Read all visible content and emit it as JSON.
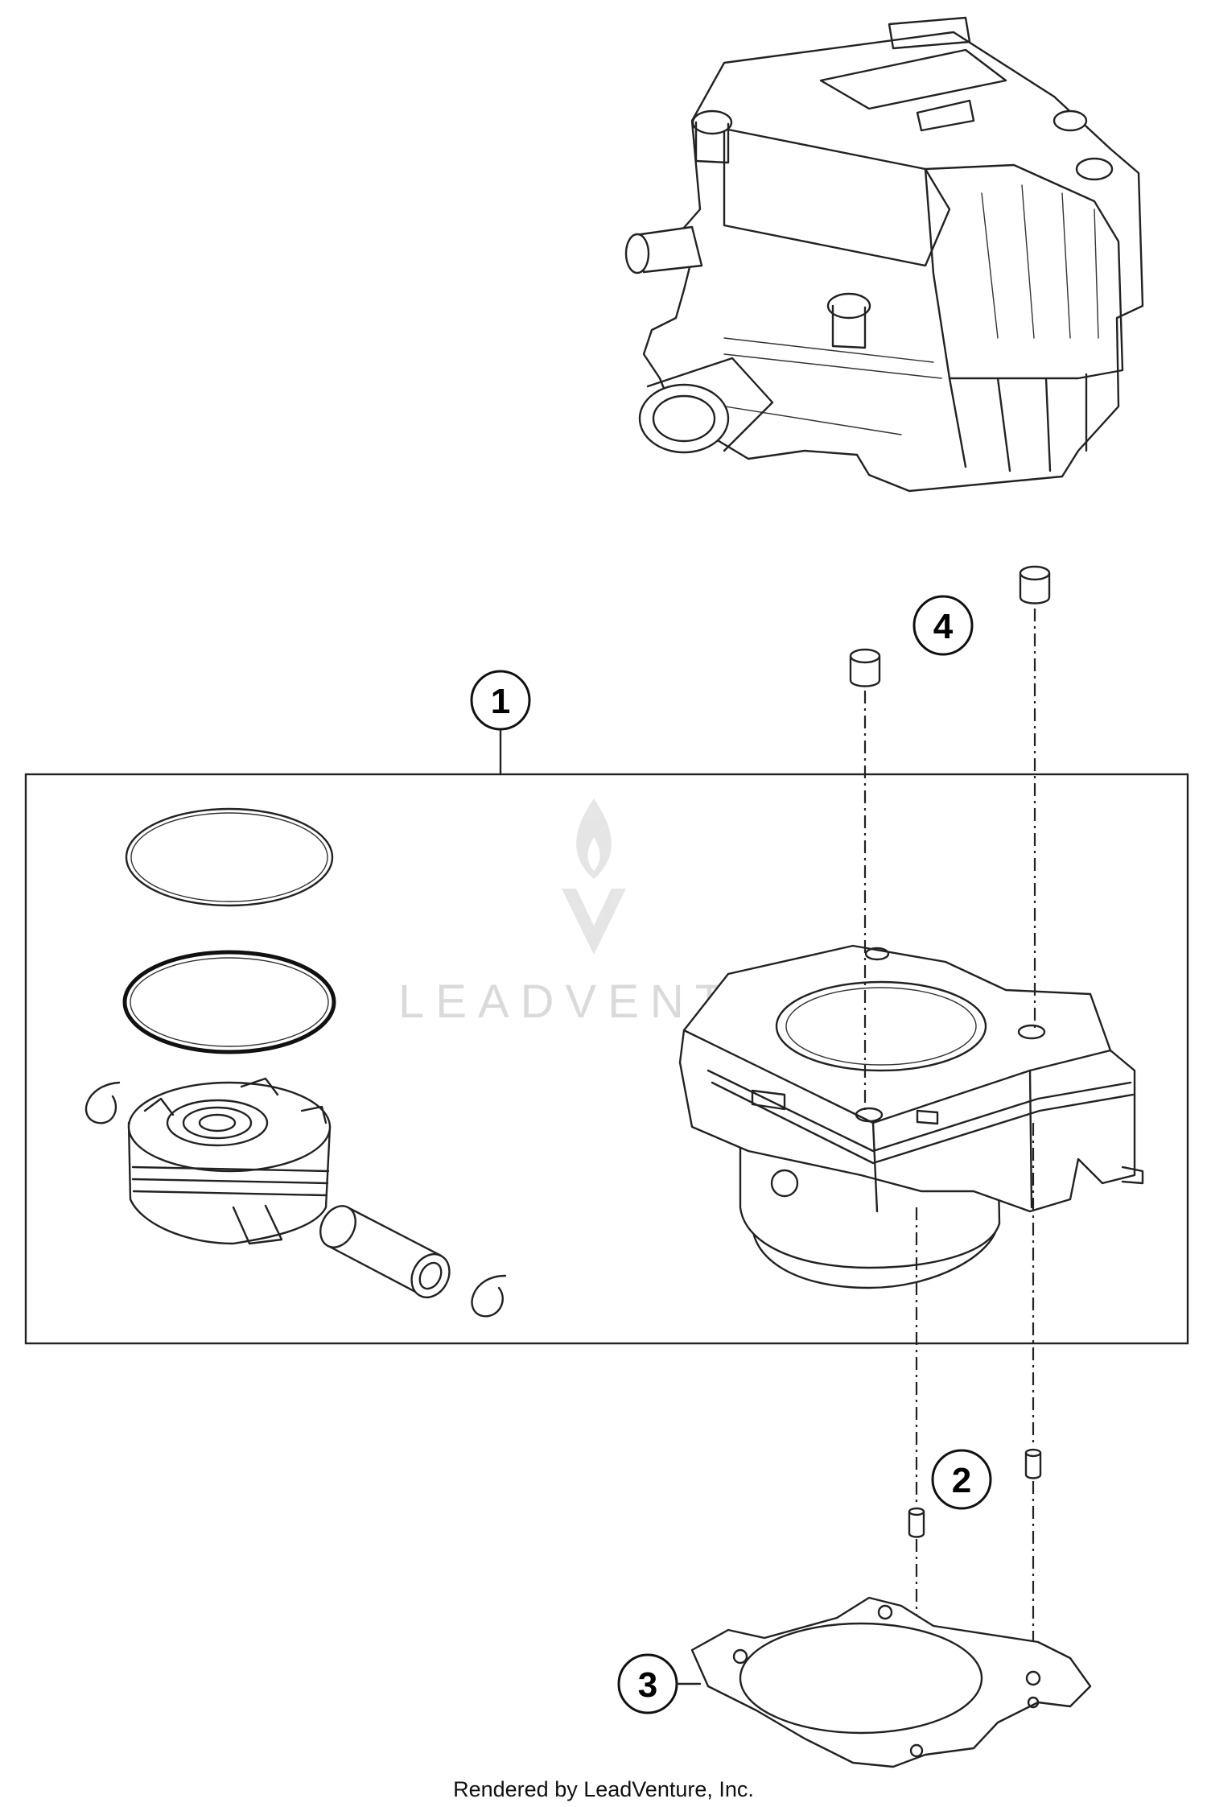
{
  "callouts": [
    {
      "label": "1"
    },
    {
      "label": "2"
    },
    {
      "label": "3"
    },
    {
      "label": "4"
    }
  ],
  "watermark": {
    "text": "LEADVENTURE"
  },
  "footer": {
    "text": "Rendered by LeadVenture, Inc."
  }
}
